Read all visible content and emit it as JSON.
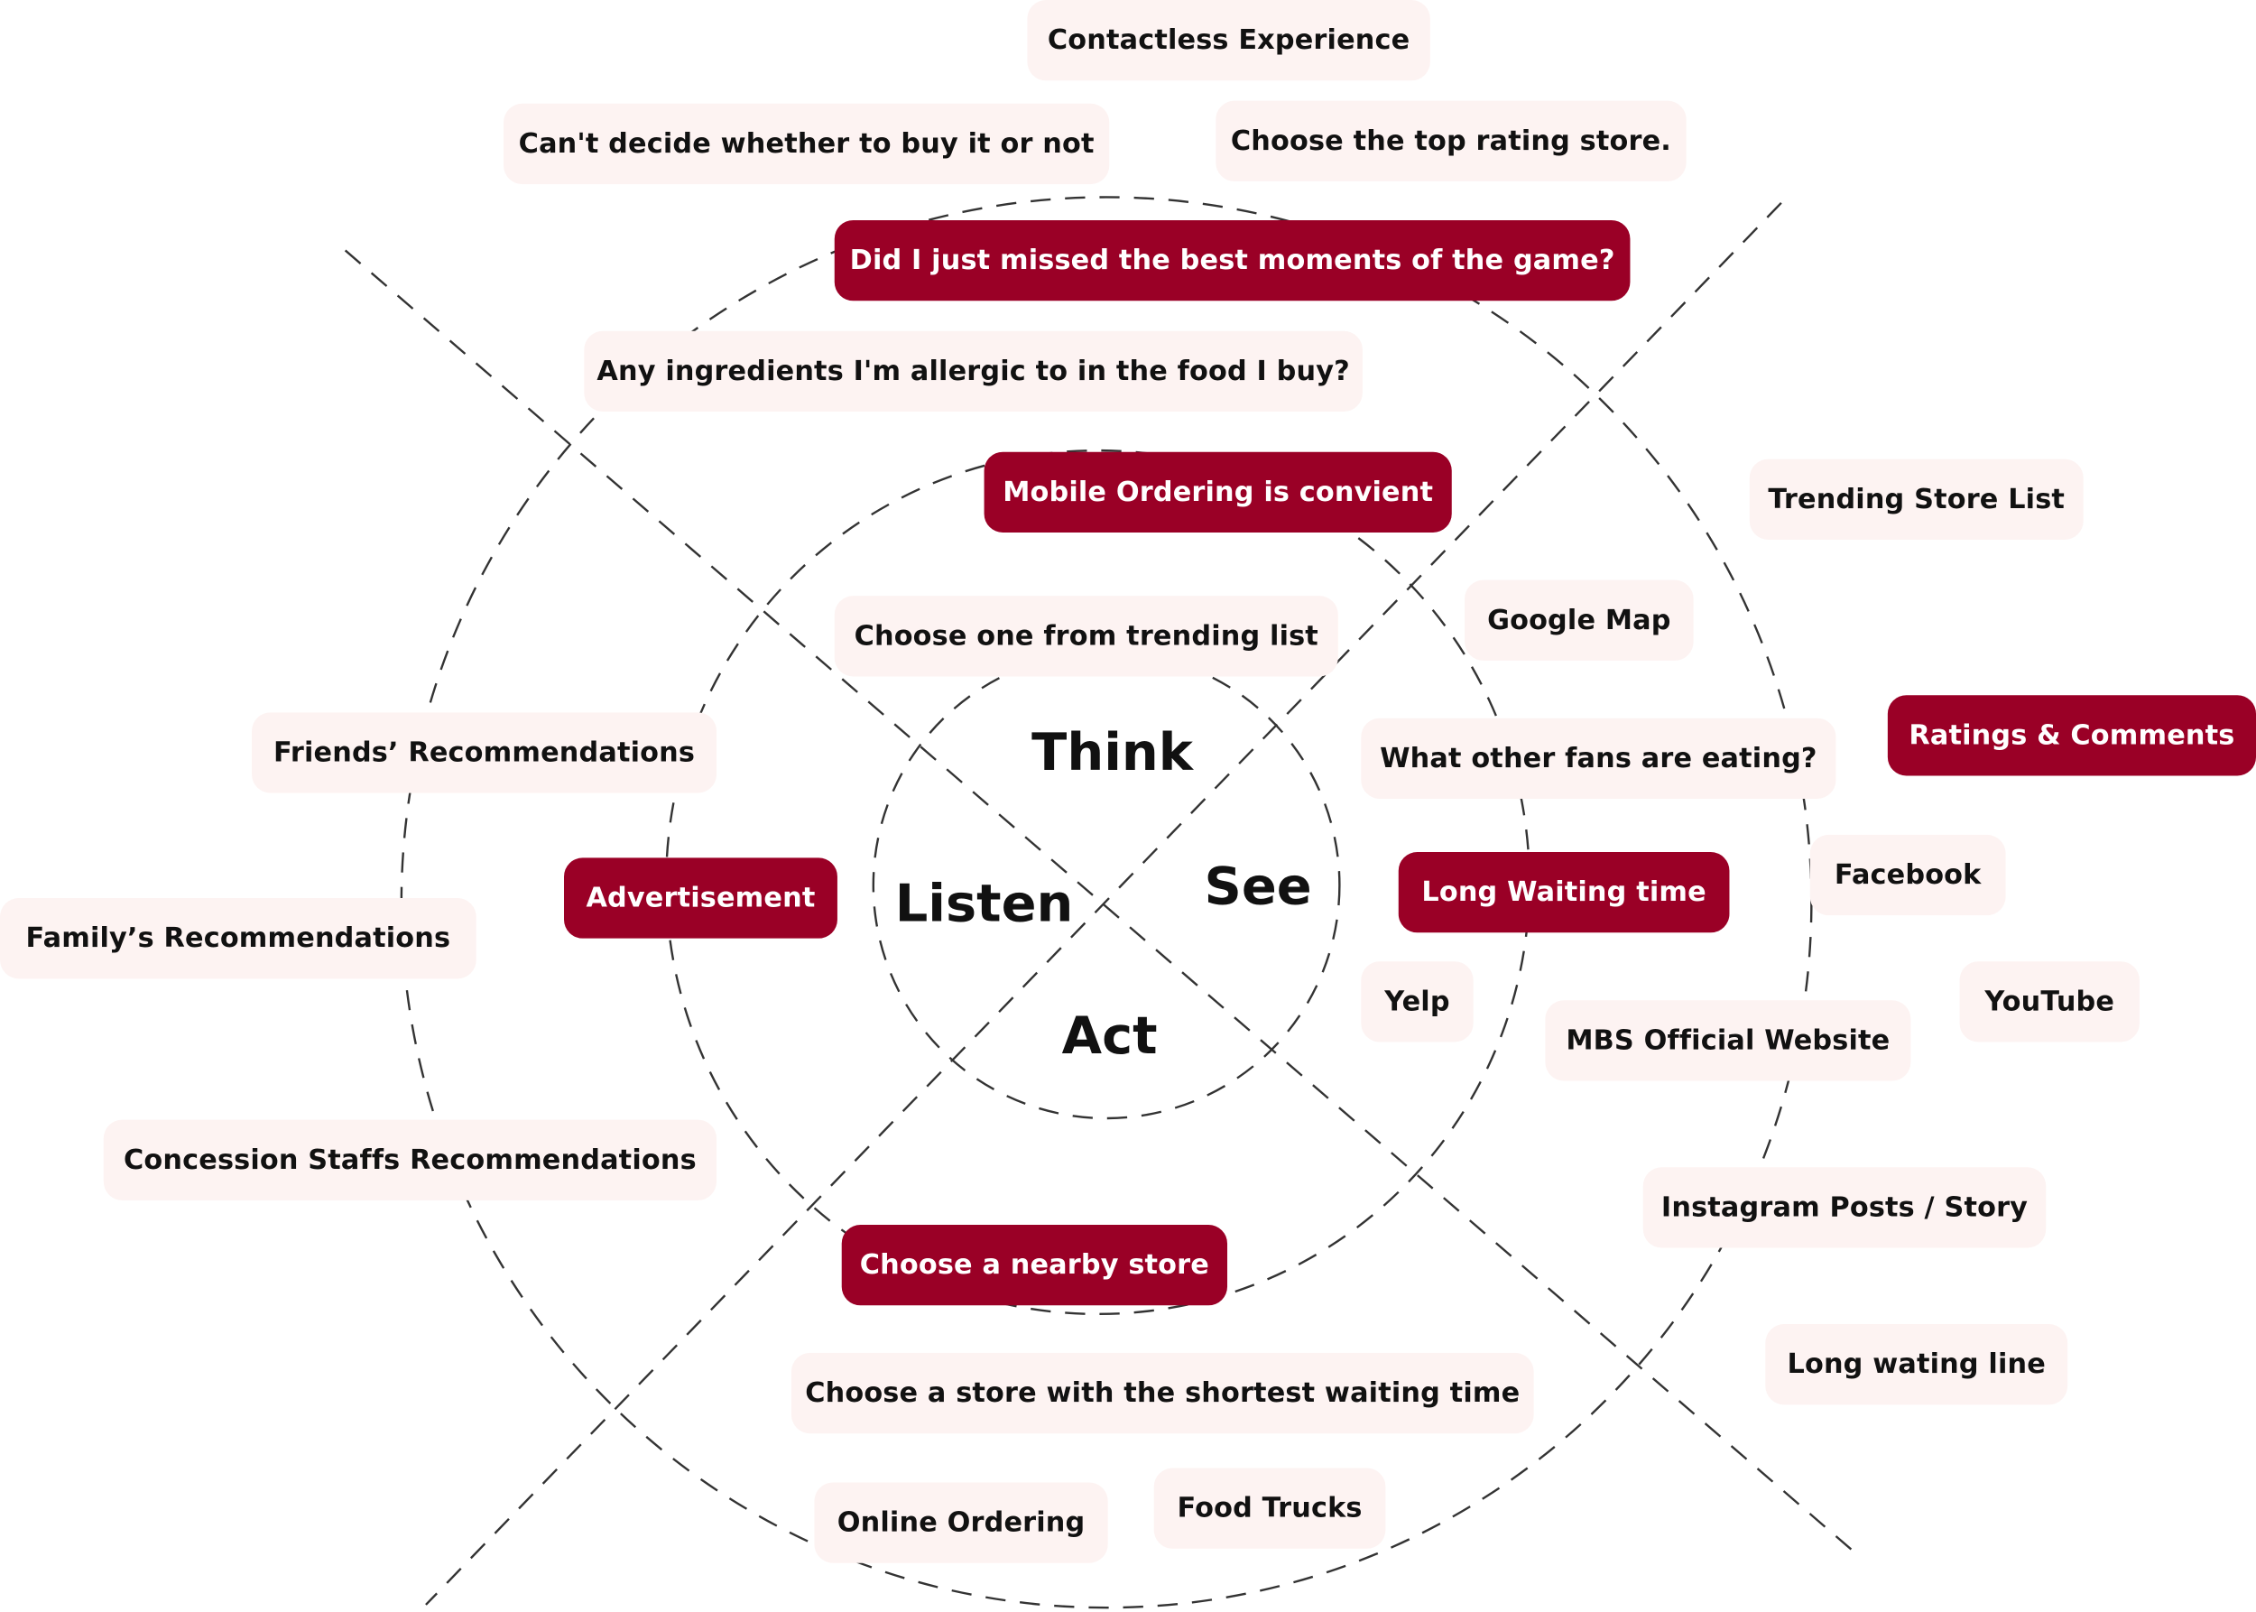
{
  "colors": {
    "accent": "#9a0026",
    "tag_light": "#fdf3f2",
    "text": "#111111",
    "guide_line": "#333333"
  },
  "quadrants": {
    "think": "Think",
    "see": "See",
    "listen": "Listen",
    "act": "Act"
  },
  "tags": {
    "contactless_experience": "Contactless Experience",
    "cant_decide": "Can't decide whether to buy it or not",
    "top_rating_store": "Choose the top rating store.",
    "missed_best_moments": "Did I just missed the best moments of the game?",
    "allergic_ingredients": "Any ingredients I'm allergic to in the food I buy?",
    "mobile_ordering": "Mobile Ordering is convient",
    "trending_store_list": "Trending Store List",
    "google_map": "Google Map",
    "choose_from_trending": "Choose one from trending list",
    "friends_recommendations": "Friends’ Recommendations",
    "other_fans_eating": "What other fans are eating?",
    "ratings_comments": "Ratings & Comments",
    "advertisement": "Advertisement",
    "family_recommendations": "Family’s  Recommendations",
    "long_waiting_time": "Long Waiting time",
    "facebook": "Facebook",
    "yelp": "Yelp",
    "youtube": "YouTube",
    "mbs_official_website": "MBS Official Website",
    "concession_staffs": "Concession Staffs Recommendations",
    "instagram": "Instagram Posts / Story",
    "nearby_store": "Choose a nearby store",
    "long_wating_line": "Long wating line",
    "shortest_waiting": "Choose a store with the shortest waiting time",
    "online_ordering": "Online Ordering",
    "food_trucks": "Food Trucks"
  }
}
